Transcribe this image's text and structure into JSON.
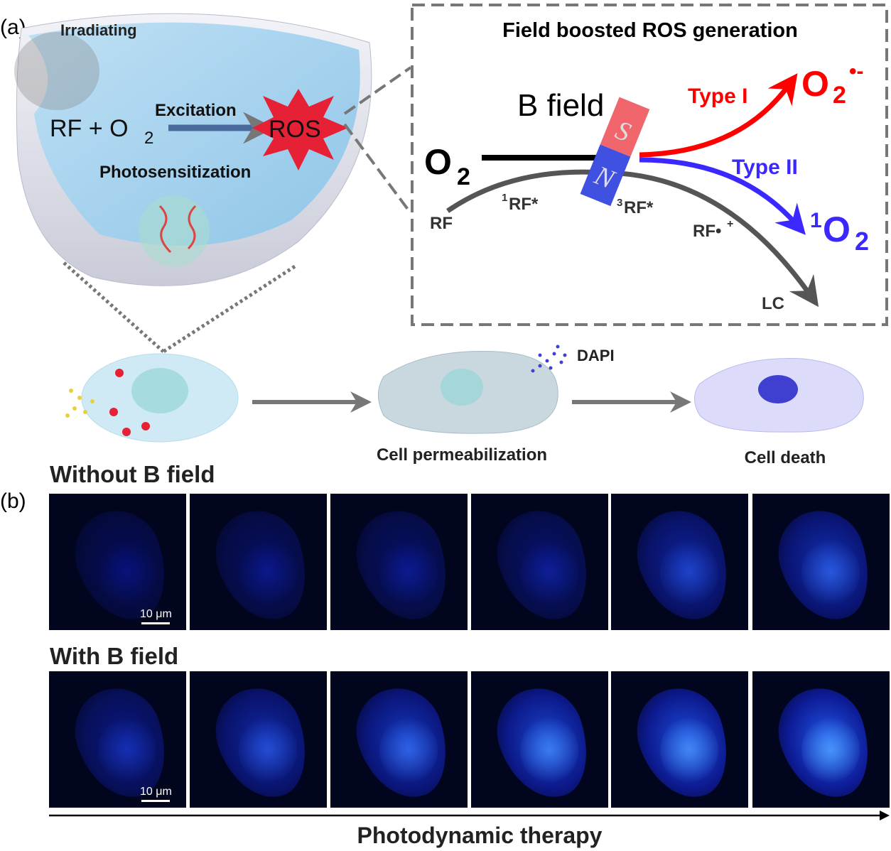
{
  "panel_a": {
    "label": "(a)",
    "irradiating": "Irradiating",
    "reaction_left": "RF + O",
    "reaction_sub": "2",
    "excitation": "Excitation",
    "ros": "ROS",
    "photosensitization": "Photosensitization",
    "inset": {
      "title": "Field boosted ROS generation",
      "b_field": "B field",
      "magnet_s": "S",
      "magnet_n": "N",
      "o2": "O",
      "o2_sub": "2",
      "type1": "Type I",
      "type2": "Type II",
      "superoxide": "O",
      "superoxide_sub": "2",
      "superoxide_sup": "•-",
      "singlet_sup": "1",
      "singlet": "O",
      "singlet_sub": "2",
      "rf": "RF",
      "rf1_sup": "1",
      "rf1": "RF*",
      "rf3_sup": "3",
      "rf3": "RF*",
      "rf_radical": "RF•",
      "rf_radical_sup": "+",
      "lc": "LC",
      "colors": {
        "type1": "#ff0000",
        "type2": "#3a28ff",
        "path": "#555555"
      }
    },
    "cells": {
      "dapi": "DAPI",
      "permeabilization": "Cell permeabilization",
      "death": "Cell death"
    }
  },
  "panel_b": {
    "label": "(b)",
    "row1_title": "Without B field",
    "row2_title": "With B field",
    "scale_bar": "10 μm",
    "axis_label": "Photodynamic therapy"
  }
}
